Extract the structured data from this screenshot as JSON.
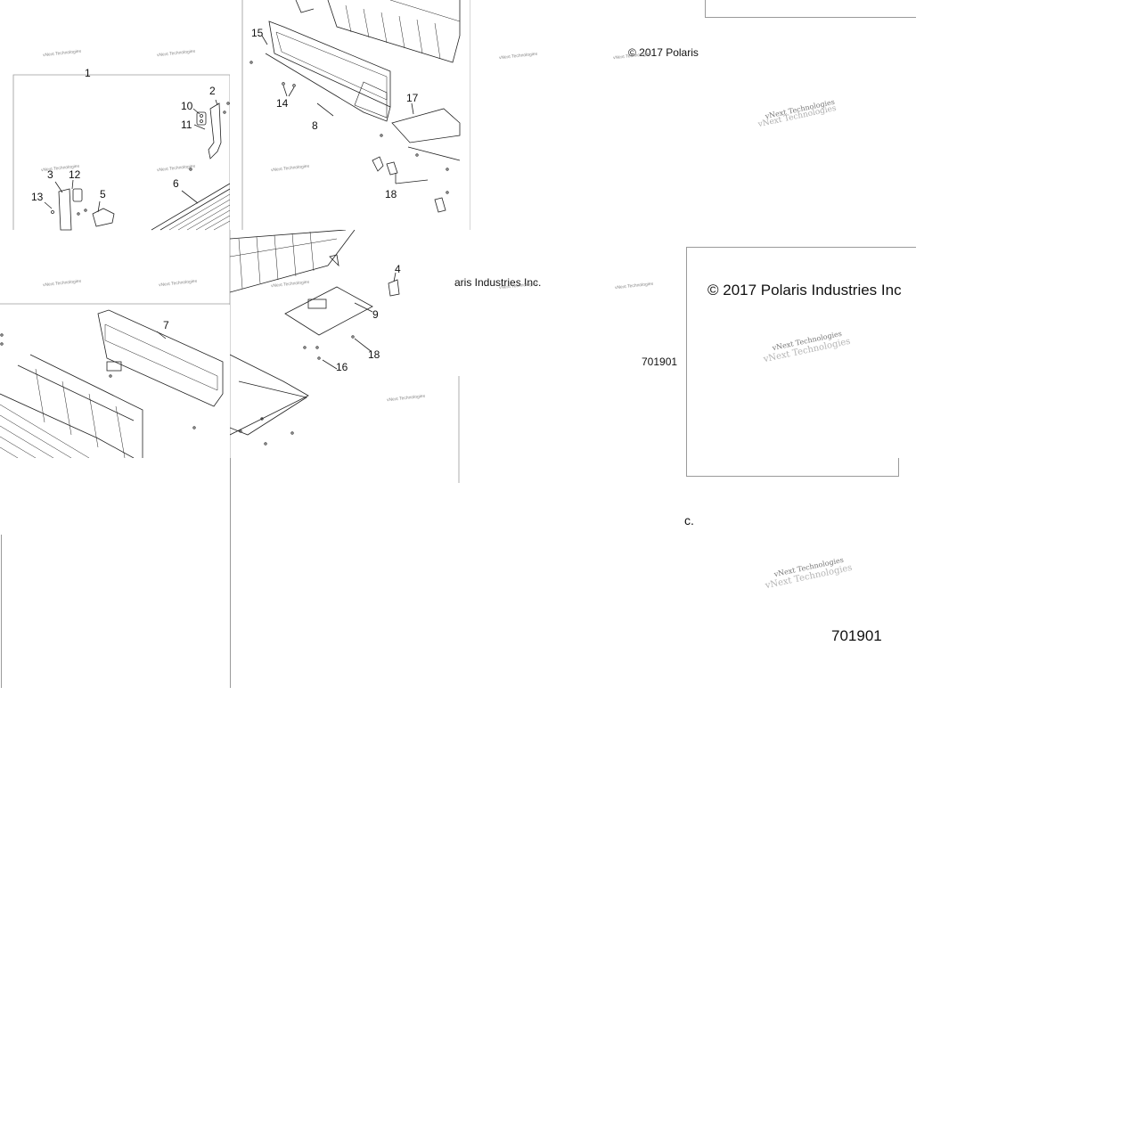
{
  "callouts": {
    "c1": "1",
    "c2": "2",
    "c3": "3",
    "c4": "4",
    "c5": "5",
    "c6": "6",
    "c7": "7",
    "c8": "8",
    "c9": "9",
    "c10": "10",
    "c11": "11",
    "c12": "12",
    "c13": "13",
    "c14": "14",
    "c15": "15",
    "c16": "16",
    "c17": "17",
    "c18a": "18",
    "c18b": "18"
  },
  "copyright": {
    "small_top": "© 2017 Polaris",
    "mid_partial": "aris Industries Inc.",
    "large": "© 2017 Polaris Industries Inc",
    "cut": "c."
  },
  "doc_id": {
    "small": "701901",
    "large": "701901"
  },
  "watermark": {
    "text": "vNext Technologies"
  },
  "colors": {
    "line_art": "#222222",
    "frame": "#9a9a9a",
    "watermark": "#8a8a8a"
  }
}
